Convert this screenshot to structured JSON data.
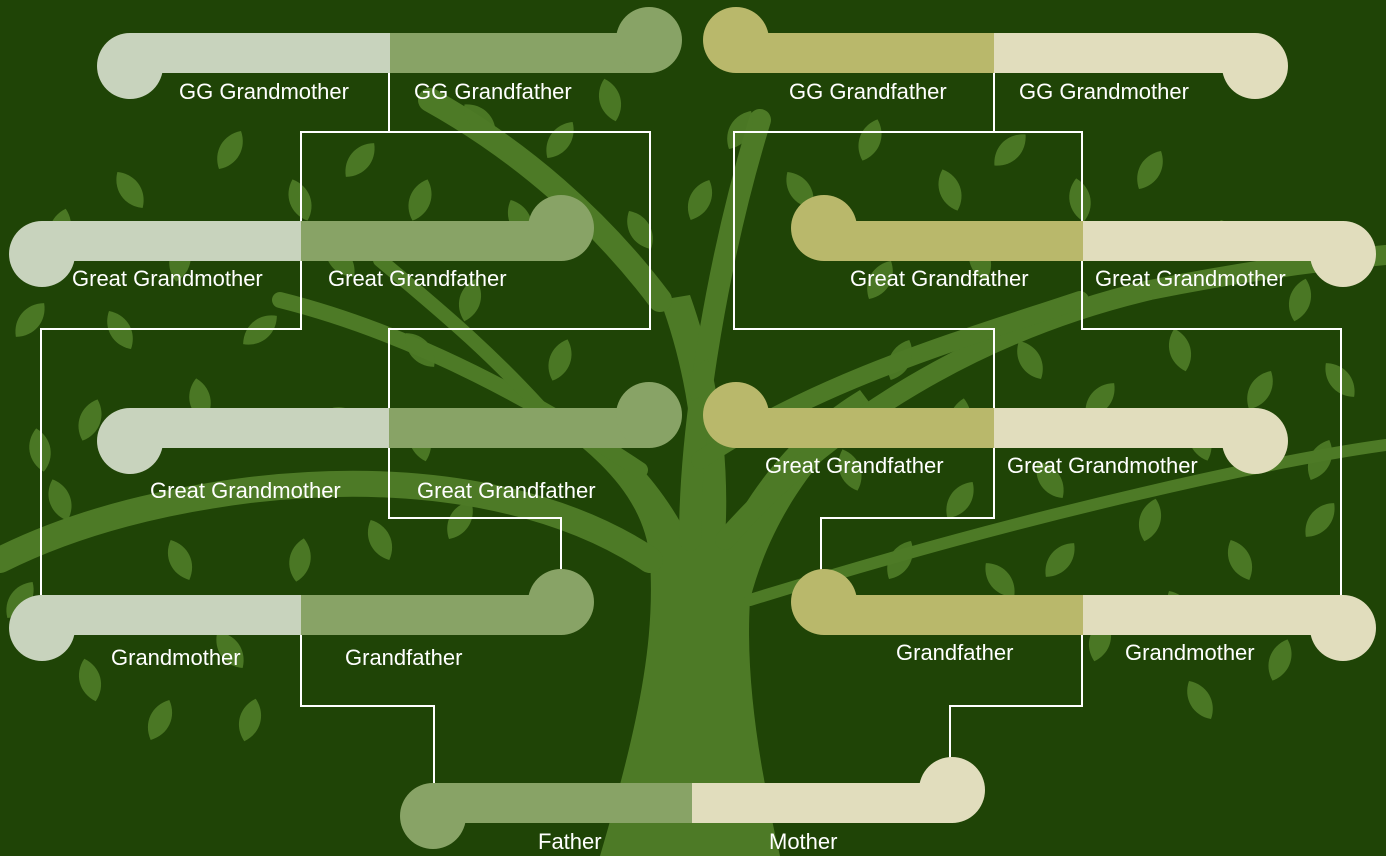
{
  "colors": {
    "background": "#1f4406",
    "tree": "#4d7a26",
    "connector": "#ffffff",
    "paternal_female": "#c8d3bd",
    "paternal_male": "#88a366",
    "maternal_male": "#b9b86b",
    "maternal_female": "#e1ddbd"
  },
  "tree": {
    "gg_paternal": {
      "female": "GG Grandmother",
      "male": "GG Grandfather"
    },
    "gg_maternal": {
      "male": "GG Grandfather",
      "female": "GG Grandmother"
    },
    "great_paternal_1": {
      "female": "Great Grandmother",
      "male": "Great Grandfather"
    },
    "great_maternal_1": {
      "male": "Great Grandfather",
      "female": "Great Grandmother"
    },
    "great_paternal_2": {
      "female": "Great Grandmother",
      "male": "Great Grandfather"
    },
    "great_maternal_2": {
      "male": "Great Grandfather",
      "female": "Great Grandmother"
    },
    "grand_paternal": {
      "female": "Grandmother",
      "male": "Grandfather"
    },
    "grand_maternal": {
      "male": "Grandfather",
      "female": "Grandmother"
    },
    "parents": {
      "father": "Father",
      "mother": "Mother"
    }
  }
}
